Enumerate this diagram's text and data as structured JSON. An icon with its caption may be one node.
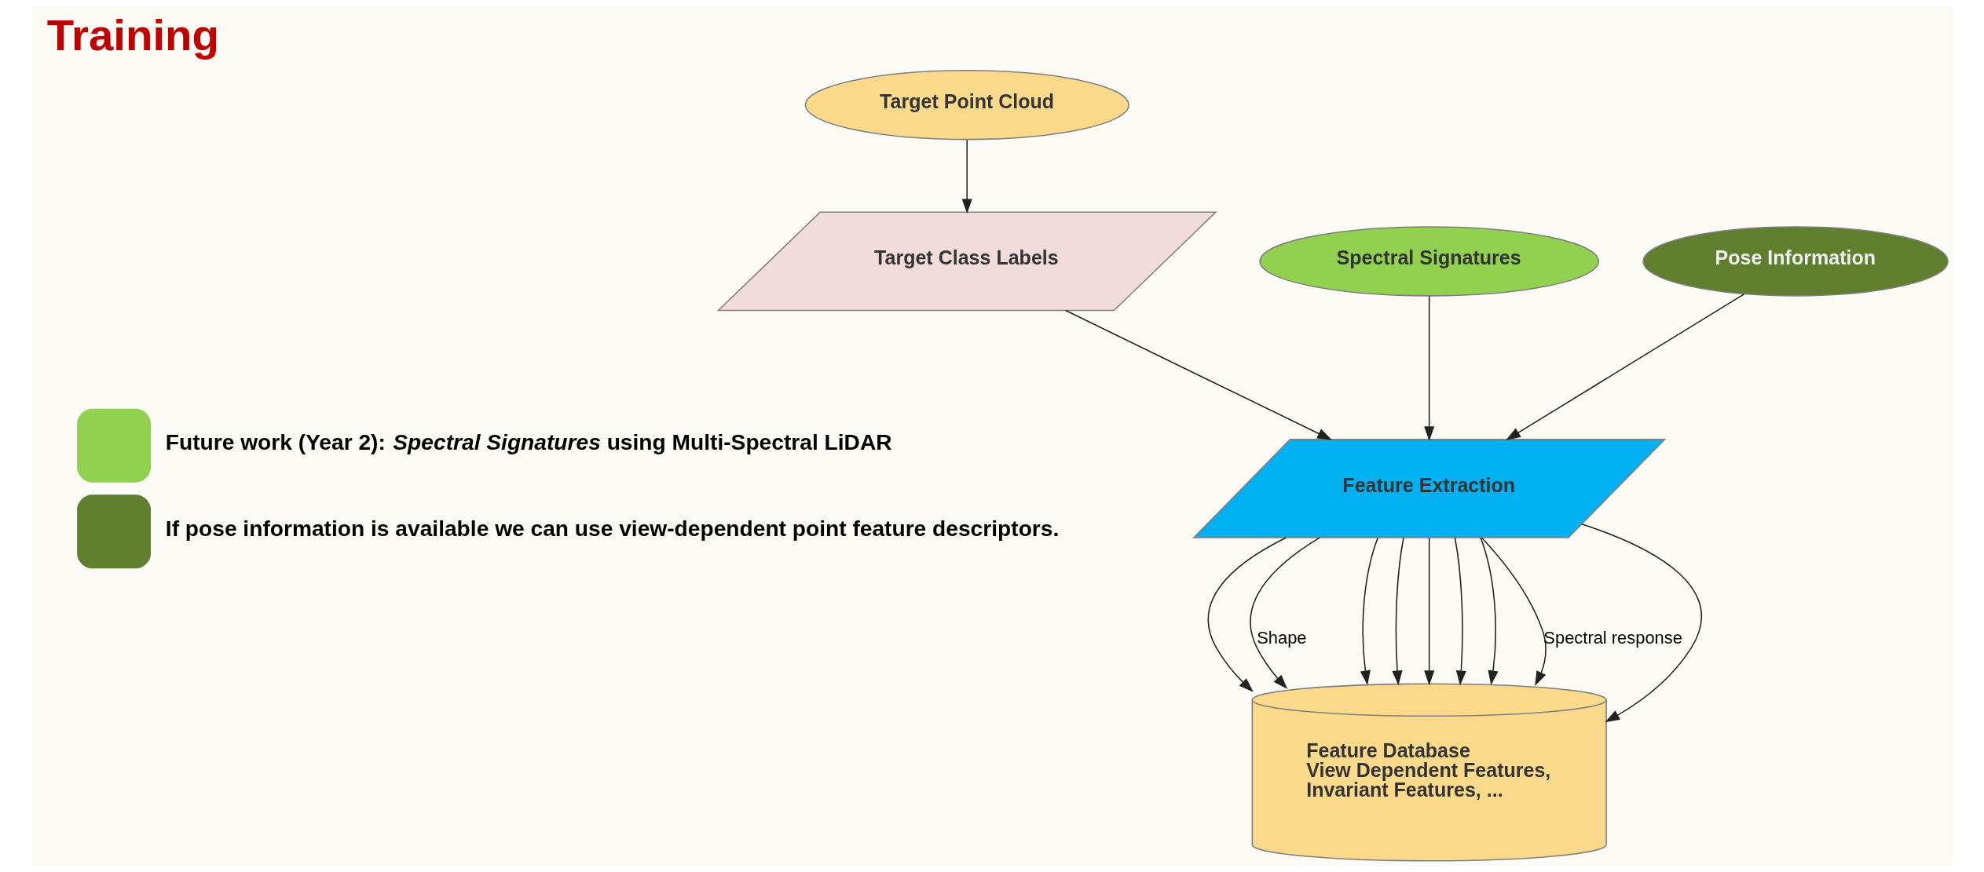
{
  "diagram": {
    "title": "Training",
    "nodes": [
      {
        "text": [
          "Target Point Cloud"
        ]
      },
      {
        "text": [
          "Target Class Labels"
        ]
      },
      {
        "text": [
          "Spectral Signatures"
        ]
      },
      {
        "text": [
          "Pose Information"
        ]
      },
      {
        "text": [
          "Feature Extraction"
        ]
      },
      {
        "text": [
          "Feature Database",
          "View Dependent Features,",
          "Invariant Features, ..."
        ]
      }
    ],
    "edges": [
      {
        "from": 0,
        "to": 1,
        "arrow": "to"
      },
      {
        "from": 1,
        "to": 4,
        "arrow": "to"
      },
      {
        "from": 2,
        "to": 4,
        "arrow": "to"
      },
      {
        "from": 3,
        "to": 4,
        "arrow": "to"
      },
      {
        "from": 4,
        "to": 5,
        "arrow": "to"
      },
      {
        "from": 4,
        "to": 5,
        "arrow": "to",
        "label": "Shape"
      },
      {
        "from": 4,
        "to": 5,
        "arrow": "to"
      },
      {
        "from": 4,
        "to": 5,
        "arrow": "to"
      },
      {
        "from": 4,
        "to": 5,
        "arrow": "to"
      },
      {
        "from": 4,
        "to": 5,
        "arrow": "to"
      },
      {
        "from": 4,
        "to": 5,
        "arrow": "to"
      },
      {
        "from": 4,
        "to": 5,
        "arrow": "to",
        "label": "Spectral response"
      },
      {
        "from": 4,
        "to": 5,
        "arrow": "to"
      }
    ],
    "legend": [
      {
        "text": "Future work (Year 2): *Spectral Signatures* using Multi-Spectral LiDAR",
        "color": "#92d050"
      },
      {
        "text": "If pose information is available we can use view-dependent point feature descriptors.",
        "color": "#5f7f2f"
      }
    ]
  }
}
